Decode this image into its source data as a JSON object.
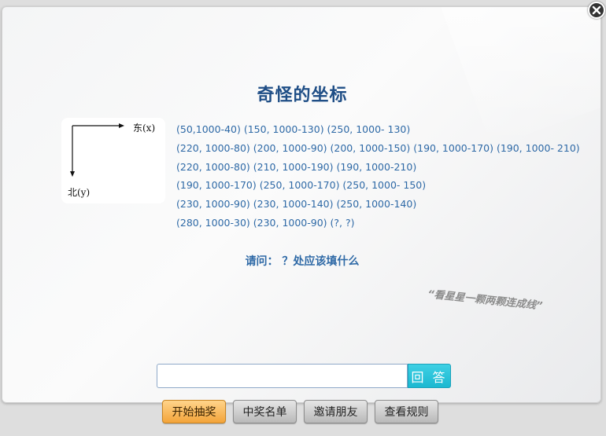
{
  "close": {
    "icon": "close-icon"
  },
  "title": "奇怪的坐标",
  "compass": {
    "east_label": "东(x)",
    "north_label": "北(y)"
  },
  "coordinates": [
    "(50,1000-40)  (150, 1000-130)  (250, 1000- 130)",
    "(220, 1000-80)  (200, 1000-90)  (200, 1000-150)  (190, 1000-170)  (190, 1000- 210)",
    "(220, 1000-80)  (210, 1000-190)  (190, 1000-210)",
    "(190, 1000-170)  (250, 1000-170)  (250, 1000- 150)",
    "(230, 1000-90)  (230, 1000-140)  (250, 1000-140)",
    "(280, 1000-30)  (230, 1000-90)  (?, ?)"
  ],
  "question": "请问：  ？处应该填什么",
  "hint": "“看星星一颗两颗连成线”",
  "answer": {
    "value": "",
    "button_label": "回 答"
  },
  "actions": {
    "start_draw": "开始抽奖",
    "winners_list": "中奖名单",
    "invite_friends": "邀请朋友",
    "view_rules": "查看规则"
  },
  "colors": {
    "title": "#1f4e86",
    "text": "#2e69a6",
    "answer_button": "#1bb8d1",
    "primary_button": "#f3a43a"
  }
}
